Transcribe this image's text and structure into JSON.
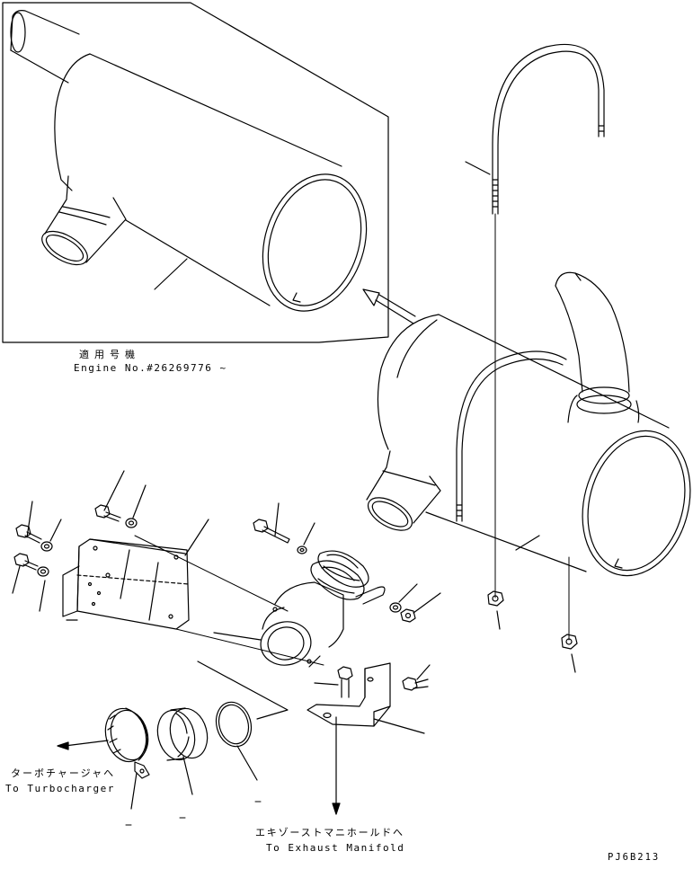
{
  "inset": {
    "jp_caption": "適用号機",
    "en_caption": "Engine No.#26269776 ~"
  },
  "destinations": {
    "turbo_jp": "ターボチャージャへ",
    "turbo_en": "To Turbocharger",
    "exhaust_jp": "エキゾーストマニホールドへ",
    "exhaust_en": "To Exhaust Manifold"
  },
  "drawing_code": "PJ6B213",
  "colors": {
    "line": "#000000",
    "background": "#ffffff"
  }
}
